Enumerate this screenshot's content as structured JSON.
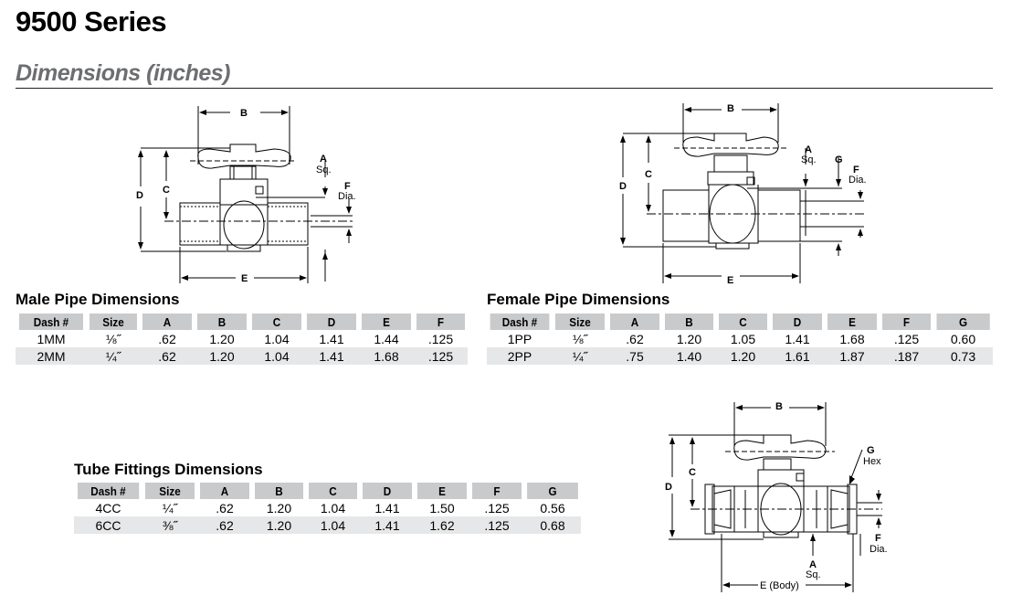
{
  "page": {
    "title": "9500 Series",
    "subtitle": "Dimensions (inches)"
  },
  "male": {
    "title": "Male Pipe Dimensions",
    "headers": [
      "Dash #",
      "Size",
      "A",
      "B",
      "C",
      "D",
      "E",
      "F"
    ],
    "rows": [
      [
        "1MM",
        "⅛˝",
        ".62",
        "1.20",
        "1.04",
        "1.41",
        "1.44",
        ".125"
      ],
      [
        "2MM",
        "¼˝",
        ".62",
        "1.20",
        "1.04",
        "1.41",
        "1.68",
        ".125"
      ]
    ],
    "drawing_labels": {
      "a": "A",
      "sq": "Sq.",
      "b": "B",
      "c": "C",
      "d": "D",
      "e": "E",
      "f": "F",
      "dia": "Dia."
    }
  },
  "female": {
    "title": "Female Pipe Dimensions",
    "headers": [
      "Dash #",
      "Size",
      "A",
      "B",
      "C",
      "D",
      "E",
      "F",
      "G"
    ],
    "rows": [
      [
        "1PP",
        "⅛˝",
        ".62",
        "1.20",
        "1.05",
        "1.41",
        "1.68",
        ".125",
        "0.60"
      ],
      [
        "2PP",
        "¼˝",
        ".75",
        "1.40",
        "1.20",
        "1.61",
        "1.87",
        ".187",
        "0.73"
      ]
    ],
    "drawing_labels": {
      "a": "A",
      "sq": "Sq.",
      "b": "B",
      "c": "C",
      "d": "D",
      "e": "E",
      "f": "F",
      "dia": "Dia.",
      "g": "G"
    }
  },
  "tube": {
    "title": "Tube Fittings Dimensions",
    "headers": [
      "Dash #",
      "Size",
      "A",
      "B",
      "C",
      "D",
      "E",
      "F",
      "G"
    ],
    "rows": [
      [
        "4CC",
        "¼˝",
        ".62",
        "1.20",
        "1.04",
        "1.41",
        "1.50",
        ".125",
        "0.56"
      ],
      [
        "6CC",
        "⅜˝",
        ".62",
        "1.20",
        "1.04",
        "1.41",
        "1.62",
        ".125",
        "0.68"
      ]
    ],
    "drawing_labels": {
      "a": "A",
      "sq": "Sq.",
      "b": "B",
      "c": "C",
      "d": "D",
      "e_body": "E (Body)",
      "f": "F",
      "dia": "Dia.",
      "g": "G",
      "hex": "Hex"
    }
  }
}
